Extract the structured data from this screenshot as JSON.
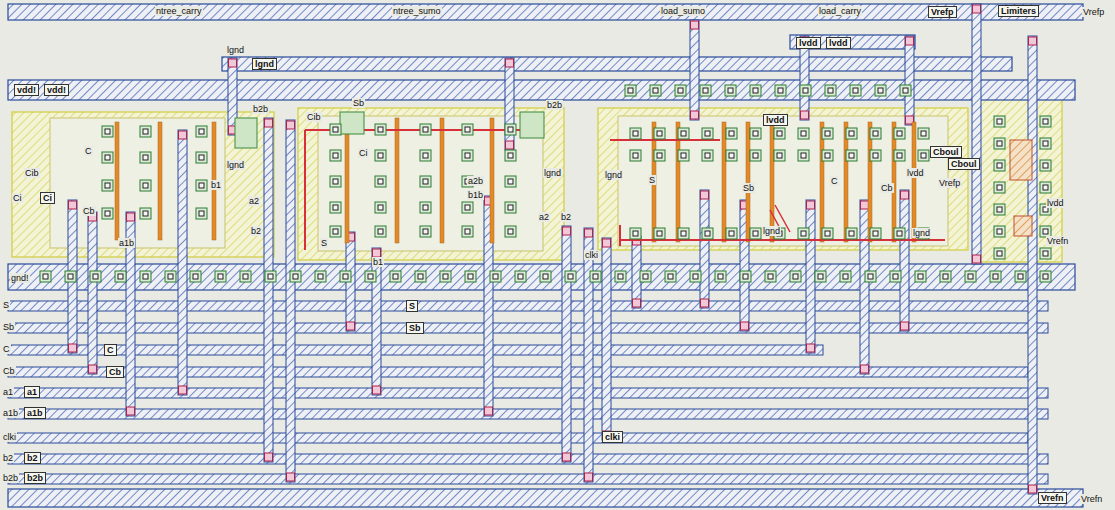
{
  "diagram": {
    "labels": [
      "ntree_carry",
      "ntree_sumo",
      "load_sumo",
      "load_carry",
      "Vrefp",
      "Limiters",
      "Vrefp",
      "lvdd",
      "lvdd",
      "lgnd",
      "lgnd",
      "vdd!",
      "vdd!",
      "C",
      "Cib",
      "Ci",
      "Ci",
      "Cb",
      "a1b",
      "b1",
      "a2",
      "b2",
      "b2b",
      "lgnd",
      "Cib",
      "Sb",
      "Ci",
      "a2b",
      "b1b",
      "b2b",
      "lgnd",
      "a2",
      "b2",
      "S",
      "b1",
      "lgnd",
      "S",
      "Sb",
      "C",
      "Cb",
      "lvdd",
      "Cboul",
      "Cboul",
      "Vrefp",
      "lvdd",
      "lgnd",
      "lvdd",
      "Vrefn",
      "lgnd",
      "gnd!",
      "clki",
      "S",
      "Sb",
      "C",
      "Cb",
      "a1",
      "a1",
      "a1b",
      "a1b",
      "clki",
      "b2",
      "b2",
      "b2b",
      "b2b",
      "S",
      "Sb",
      "C",
      "Cb",
      "clki",
      "Vrefn",
      "Vrefn"
    ]
  }
}
